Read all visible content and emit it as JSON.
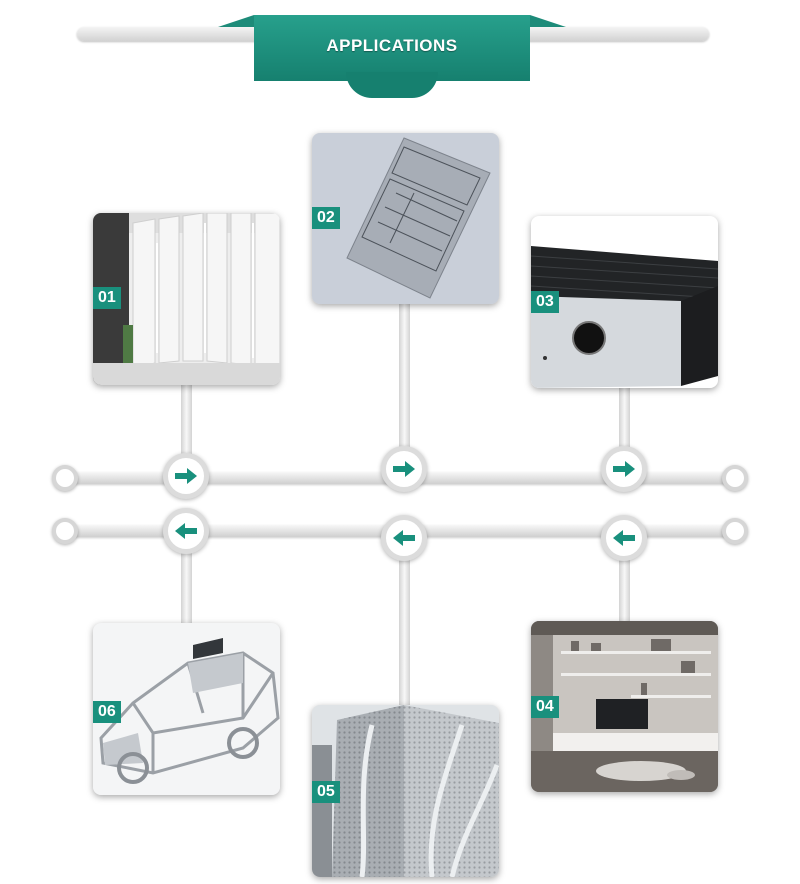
{
  "header": {
    "title": "APPLICATIONS"
  },
  "colors": {
    "accent": "#19907d",
    "rail": "#dcdcdc"
  },
  "applications": [
    {
      "num": "01",
      "icon": "arrow-right-icon"
    },
    {
      "num": "02",
      "icon": "arrow-right-icon"
    },
    {
      "num": "03",
      "icon": "arrow-right-icon"
    },
    {
      "num": "04",
      "icon": "arrow-left-icon"
    },
    {
      "num": "05",
      "icon": "arrow-left-icon"
    },
    {
      "num": "06",
      "icon": "arrow-left-icon"
    }
  ]
}
